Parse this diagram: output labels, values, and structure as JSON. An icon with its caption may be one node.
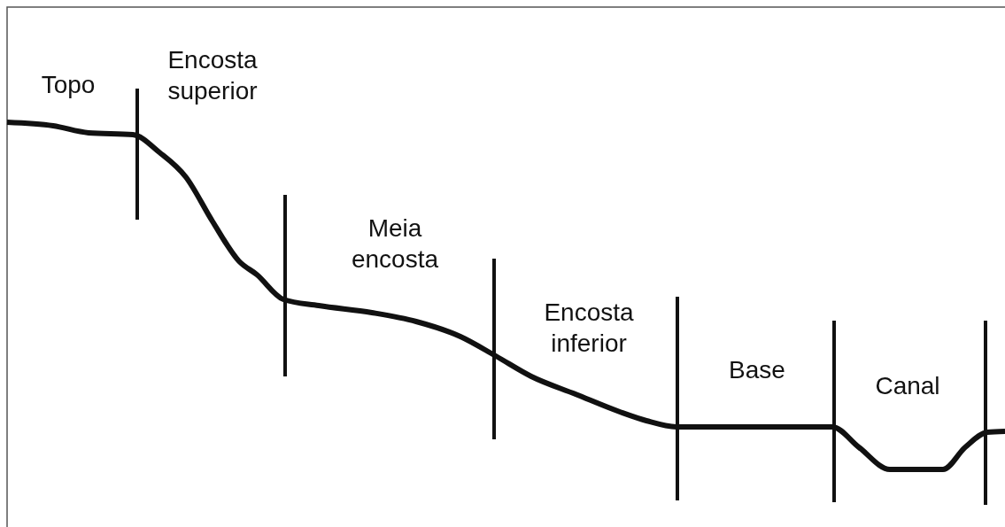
{
  "diagram": {
    "labels": [
      "Topo",
      "Encosta superior",
      "Meia encosta",
      "Encosta inferior",
      "Base",
      "Canal"
    ]
  }
}
